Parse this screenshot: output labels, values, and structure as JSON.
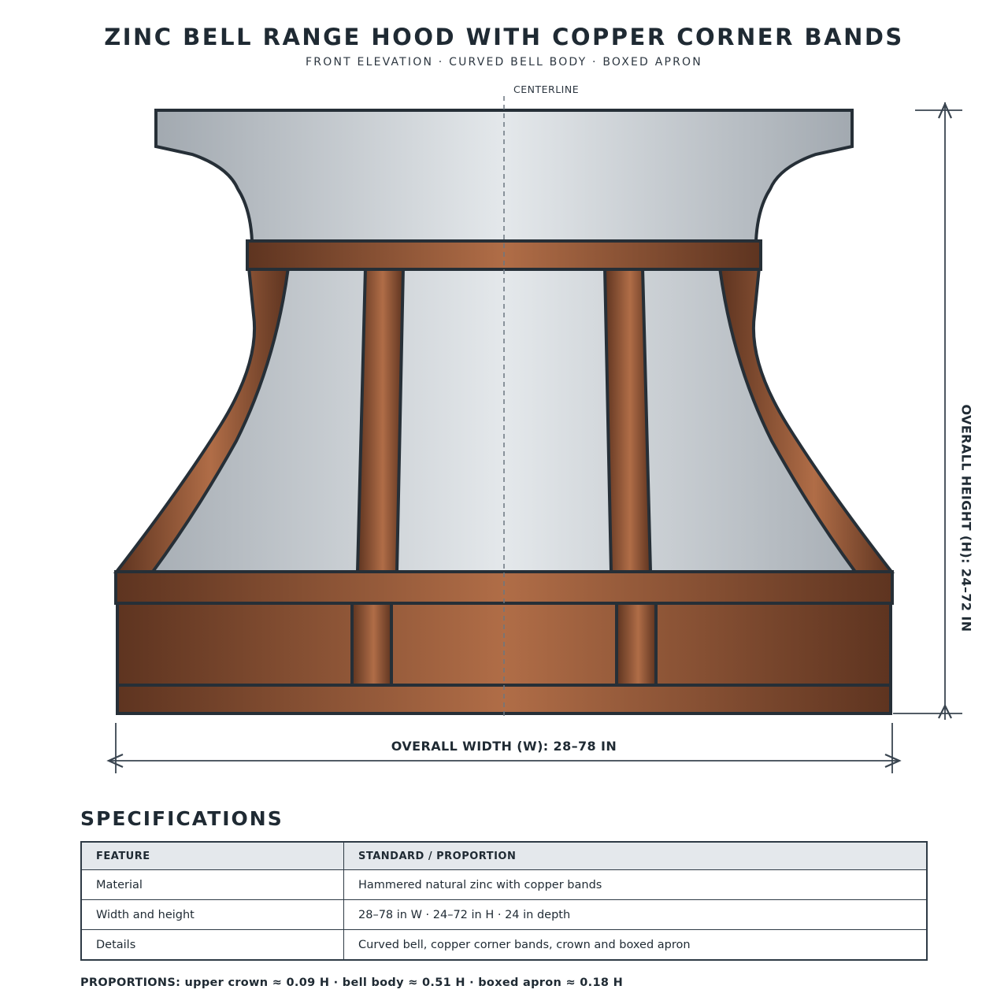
{
  "title": "ZINC BELL RANGE HOOD WITH COPPER CORNER BANDS",
  "subtitle": "FRONT ELEVATION · CURVED BELL BODY · BOXED APRON",
  "drawing": {
    "centerline_label": "CENTERLINE",
    "width_dimension": "OVERALL WIDTH (W): 28–78 IN",
    "height_dimension": "OVERALL HEIGHT (H): 24–72 IN",
    "colors": {
      "zinc_light": "#e4e8eb",
      "zinc_dark": "#a2a9b0",
      "copper_light": "#b06d47",
      "copper_dark": "#5e3420",
      "outline": "#262f37"
    }
  },
  "specifications": {
    "heading": "SPECIFICATIONS",
    "columns": [
      "FEATURE",
      "STANDARD / PROPORTION"
    ],
    "rows": [
      {
        "feature": "Material",
        "value": "Hammered natural zinc with copper bands"
      },
      {
        "feature": "Width and height",
        "value": "28–78 in W · 24–72 in H · 24 in depth"
      },
      {
        "feature": "Details",
        "value": "Curved bell, copper corner bands, crown and boxed apron"
      }
    ]
  },
  "proportions": "PROPORTIONS: upper crown ≈ 0.09 H · bell body ≈ 0.51 H · boxed apron ≈ 0.18 H"
}
